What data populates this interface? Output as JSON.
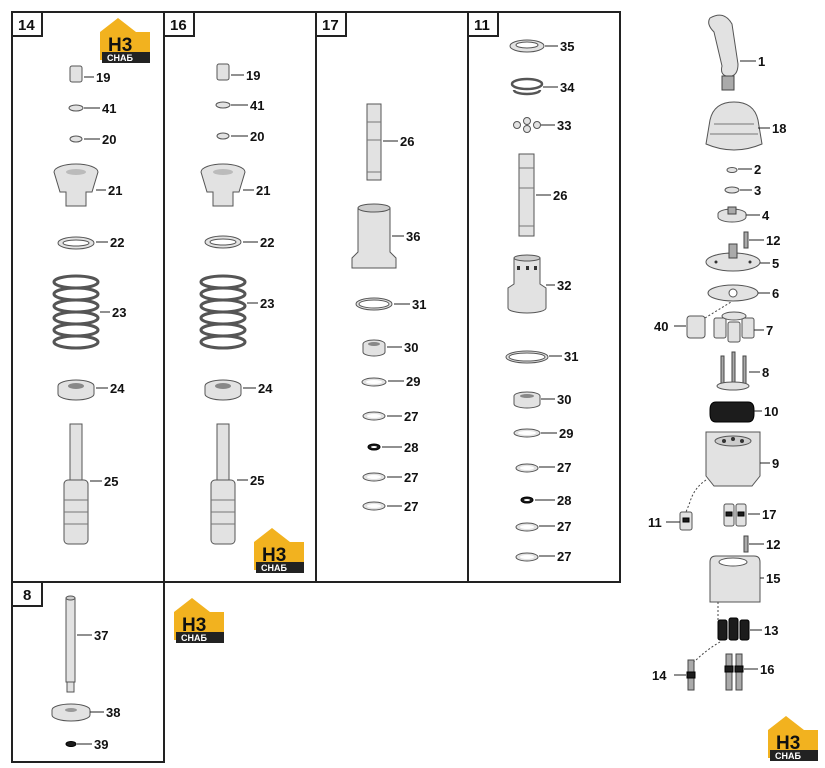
{
  "panels": [
    {
      "id": "14"
    },
    {
      "id": "16"
    },
    {
      "id": "17"
    },
    {
      "id": "11"
    },
    {
      "id": "8"
    }
  ],
  "panel14_callouts": [
    "19",
    "41",
    "20",
    "21",
    "22",
    "23",
    "24",
    "25"
  ],
  "panel16_callouts": [
    "19",
    "41",
    "20",
    "21",
    "22",
    "23",
    "24",
    "25"
  ],
  "panel17_callouts": [
    "26",
    "36",
    "31",
    "30",
    "29",
    "27",
    "28",
    "27",
    "27"
  ],
  "panel11_callouts": [
    "35",
    "34",
    "33",
    "26",
    "32",
    "31",
    "30",
    "29",
    "27",
    "28",
    "27",
    "27"
  ],
  "panel8_callouts": [
    "37",
    "38",
    "39"
  ],
  "assembly_callouts": [
    "1",
    "18",
    "2",
    "3",
    "4",
    "12",
    "5",
    "6",
    "40",
    "7",
    "8",
    "10",
    "9",
    "11",
    "17",
    "12",
    "15",
    "13",
    "14",
    "16"
  ],
  "logo": {
    "mark": "H3",
    "sub": "СНАБ",
    "color": "#f2b21f"
  }
}
